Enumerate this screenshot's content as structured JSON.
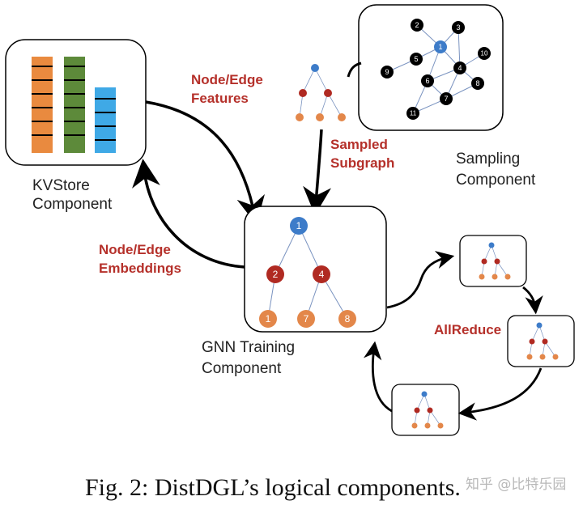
{
  "colors": {
    "accent_red": "#b5302a",
    "node_blue": "#3d7cc9",
    "node_red": "#b02a22",
    "node_orange": "#e3874a",
    "bar_orange": "#e98a3f",
    "bar_green": "#5d8a3a",
    "bar_blue": "#3fa9e6",
    "graph_node": "#000000",
    "graph_edge": "#7a93c0"
  },
  "labels": {
    "node_edge_features": [
      "Node/Edge",
      "Features"
    ],
    "node_edge_embeddings": [
      "Node/Edge",
      "Embeddings"
    ],
    "sampled_subgraph": [
      "Sampled",
      "Subgraph"
    ],
    "allreduce": "AllReduce"
  },
  "components": {
    "kvstore": [
      "KVStore",
      "Component"
    ],
    "sampling": [
      "Sampling",
      "Component"
    ],
    "gnn_training": [
      "GNN Training",
      "Component"
    ]
  },
  "kvstore_bars": [
    {
      "color": "orange",
      "segments": 7
    },
    {
      "color": "green",
      "segments": 7
    },
    {
      "color": "blue",
      "segments": 5
    }
  ],
  "sampling_graph": {
    "nodes": [
      "2",
      "1",
      "3",
      "5",
      "9",
      "10",
      "4",
      "6",
      "8",
      "7",
      "11"
    ],
    "icons": [
      "graph-node-icon"
    ]
  },
  "tree": {
    "root": "1",
    "level1": [
      "2",
      "4"
    ],
    "level2": [
      "1",
      "7",
      "8"
    ]
  },
  "caption": "Fig. 2: DistDGL’s logical components.",
  "watermark": "知乎 @比特乐园"
}
